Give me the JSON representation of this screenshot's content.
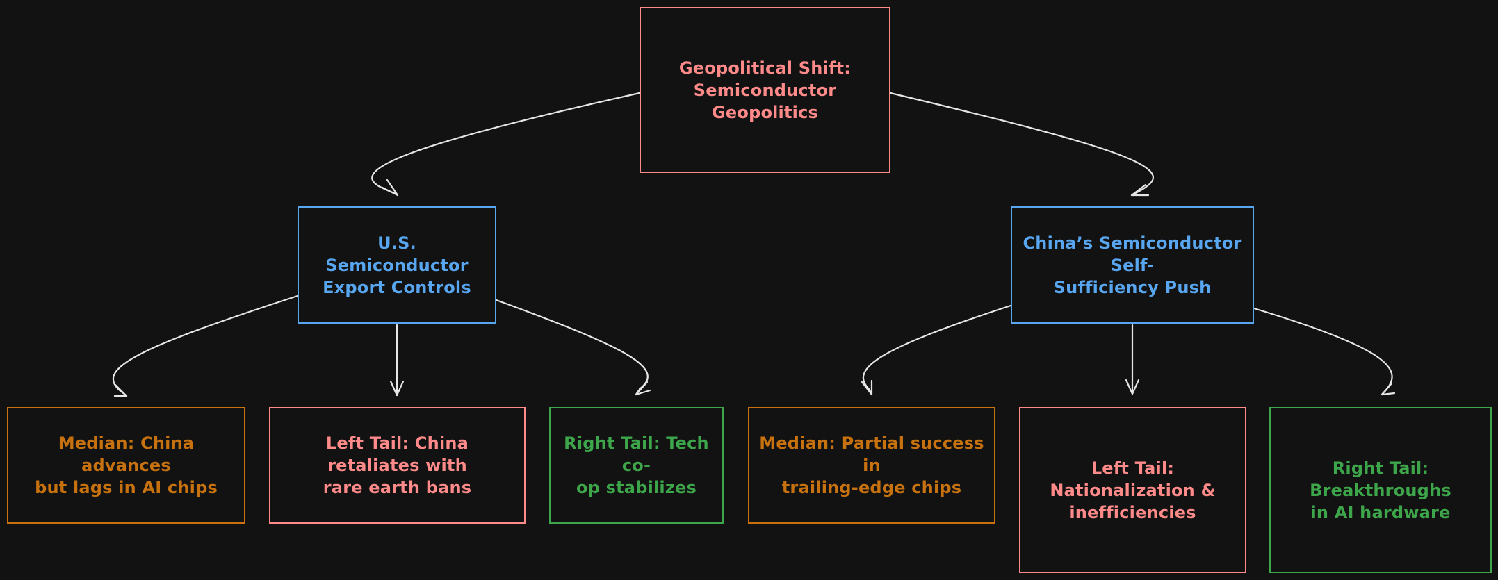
{
  "colors": {
    "background": "#121212",
    "red": "#ff8a8a",
    "blue": "#58a6f0",
    "orange": "#c7720f",
    "green": "#3ea64a",
    "edge": "#e6e6e6"
  },
  "nodes": {
    "root": {
      "line1": "Geopolitical Shift:",
      "line2": "Semiconductor Geopolitics"
    },
    "us": {
      "line1": "U.S. Semiconductor",
      "line2": "Export Controls"
    },
    "china": {
      "line1": "China’s Semiconductor Self-",
      "line2": "Sufficiency Push"
    },
    "us_median": {
      "line1": "Median: China advances",
      "line2": "but lags in AI chips"
    },
    "us_left_tail": {
      "line1": "Left Tail: China retaliates with",
      "line2": "rare earth bans"
    },
    "us_right_tail": {
      "line1": "Right Tail: Tech co-",
      "line2": "op stabilizes"
    },
    "china_median": {
      "line1": "Median: Partial success in",
      "line2": "trailing-edge chips"
    },
    "china_left_tail": {
      "line1": "Left Tail: Nationalization &",
      "line2": "inefficiencies"
    },
    "china_right_tail": {
      "line1": "Right Tail: Breakthroughs",
      "line2": "in AI hardware"
    }
  },
  "edges": [
    {
      "from": "root",
      "to": "us"
    },
    {
      "from": "root",
      "to": "china"
    },
    {
      "from": "us",
      "to": "us_median"
    },
    {
      "from": "us",
      "to": "us_left_tail"
    },
    {
      "from": "us",
      "to": "us_right_tail"
    },
    {
      "from": "china",
      "to": "china_median"
    },
    {
      "from": "china",
      "to": "china_left_tail"
    },
    {
      "from": "china",
      "to": "china_right_tail"
    }
  ]
}
